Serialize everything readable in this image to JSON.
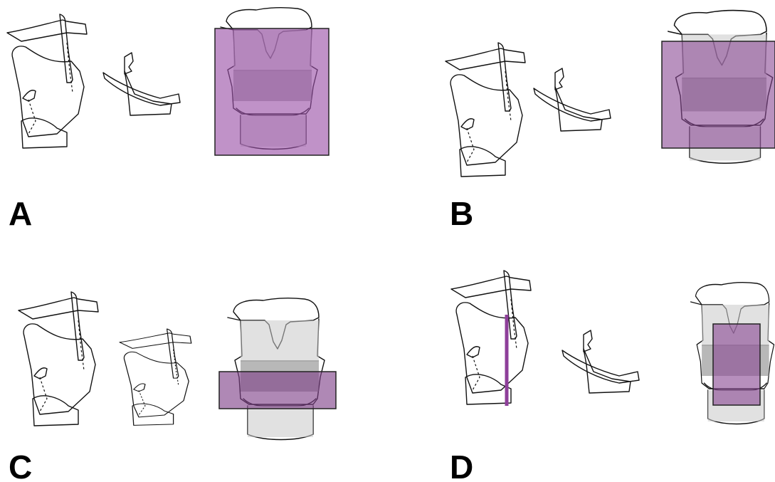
{
  "figure": {
    "accent_color": "#8e3f9a",
    "overlay_color": "#9a4fa6",
    "panels": [
      {
        "id": "A",
        "label": "A"
      },
      {
        "id": "B",
        "label": "B"
      },
      {
        "id": "C",
        "label": "C"
      },
      {
        "id": "D",
        "label": "D"
      }
    ]
  }
}
